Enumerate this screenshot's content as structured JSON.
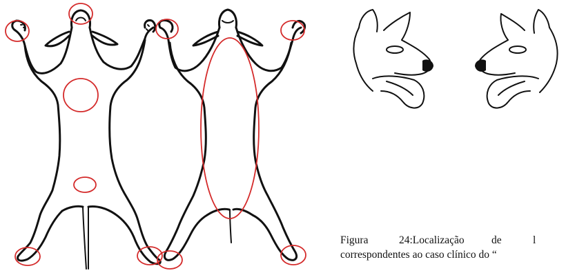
{
  "colors": {
    "outline": "#111111",
    "lesion_marker": "#d42a2a",
    "background": "#ffffff"
  },
  "figure": {
    "views": [
      "ventral-body-outline",
      "dorsal-body-outline",
      "head-left-profile",
      "head-right-profile"
    ],
    "caption": {
      "label": "Figura",
      "number": "24:Localização",
      "word": "de",
      "trail": "l",
      "line2": "correspondentes ao caso clínico do “"
    }
  }
}
